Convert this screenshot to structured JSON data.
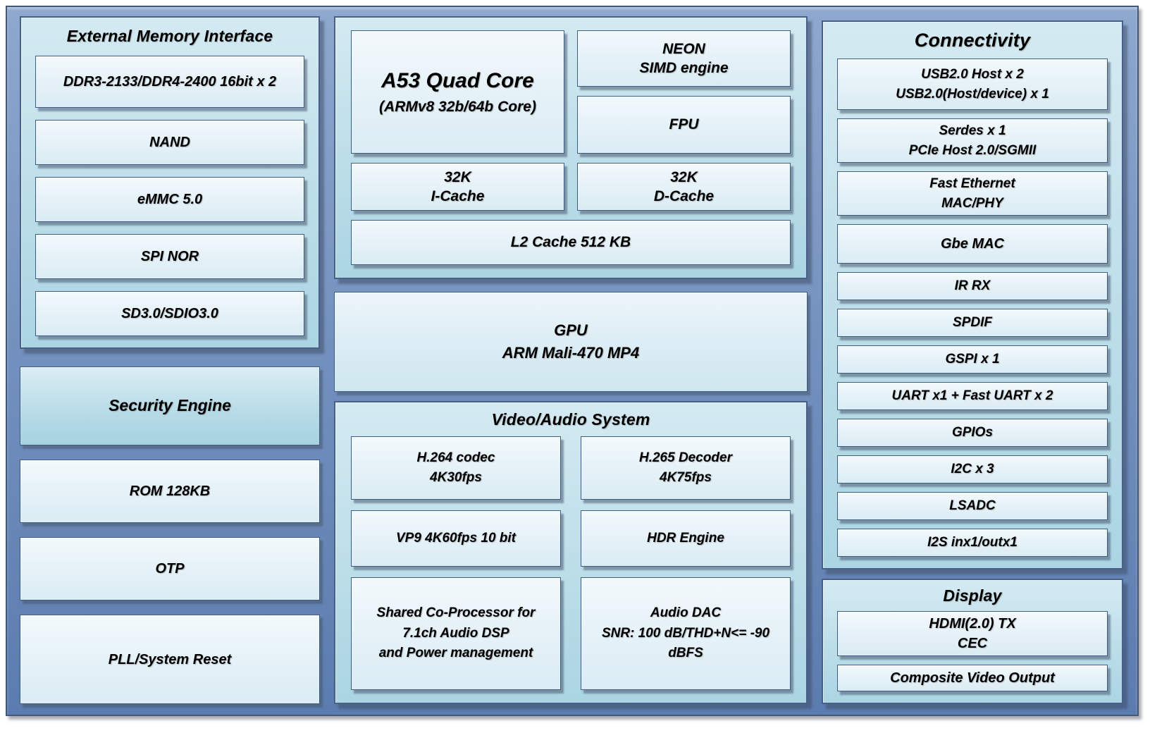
{
  "colors": {
    "frame_top": "#8ea8ce",
    "frame_bottom": "#5b7caf",
    "panel_fill": "#bcdee9",
    "box_fill": "#e8f3f9",
    "border_dark": "#3c5e82",
    "text": "#000000"
  },
  "left": {
    "emi": {
      "title": "External Memory Interface",
      "items": [
        "DDR3-2133/DDR4-2400 16bit x 2",
        "NAND",
        "eMMC 5.0",
        "SPI NOR",
        "SD3.0/SDIO3.0"
      ]
    },
    "security": "Security Engine",
    "rom": "ROM 128KB",
    "otp": "OTP",
    "pll": "PLL/System Reset"
  },
  "cpu": {
    "a53_title": "A53 Quad Core",
    "a53_sub": "(ARMv8 32b/64b Core)",
    "neon": "NEON\nSIMD engine",
    "fpu": "FPU",
    "icache": "32K\nI-Cache",
    "dcache": "32K\nD-Cache",
    "l2": "L2 Cache 512 KB"
  },
  "gpu": "GPU\nARM Mali-470 MP4",
  "video_audio": {
    "title": "Video/Audio System",
    "items": [
      "H.264 codec\n4K30fps",
      "H.265 Decoder\n4K75fps",
      "VP9 4K60fps 10 bit",
      "HDR Engine",
      "Shared Co-Processor for\n7.1ch Audio DSP\nand Power management",
      "Audio DAC\nSNR: 100 dB/THD+N<=  -90\ndBFS"
    ]
  },
  "connectivity": {
    "title": "Connectivity",
    "items": [
      "USB2.0 Host x 2\nUSB2.0(Host/device) x 1",
      "Serdes x 1\nPCIe Host 2.0/SGMII",
      "Fast Ethernet\nMAC/PHY",
      "Gbe MAC",
      "IR RX",
      "SPDIF",
      "GSPI x 1",
      "UART x1 + Fast UART x 2",
      "GPIOs",
      "I2C x 3",
      "LSADC",
      "I2S inx1/outx1"
    ]
  },
  "display_panel": {
    "title": "Display",
    "items": [
      "HDMI(2.0) TX\nCEC",
      "Composite Video Output"
    ]
  }
}
